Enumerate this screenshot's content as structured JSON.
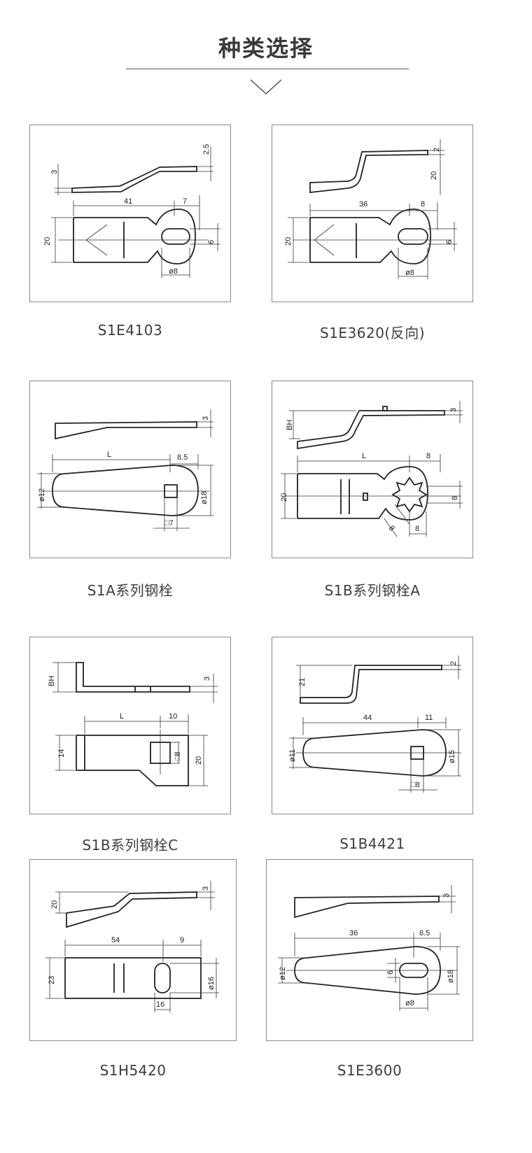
{
  "header": {
    "title": "种类选择"
  },
  "products": [
    {
      "name": "S1E4103",
      "dims": [
        "2.5",
        "3",
        "41",
        "7",
        "20",
        "6",
        "ø8"
      ]
    },
    {
      "name": "S1E3620(反向)",
      "dims": [
        "2",
        "20",
        "36",
        "8",
        "20",
        "6",
        "ø8"
      ]
    },
    {
      "name": "S1A系列钢栓",
      "dims": [
        "3",
        "L",
        "8.5",
        "ø12",
        "ø18",
        "□7"
      ]
    },
    {
      "name": "S1B系列钢栓A",
      "dims": [
        "3",
        "BH",
        "L",
        "8",
        "20",
        "8",
        "8",
        "8"
      ]
    },
    {
      "name": "S1B系列钢栓C",
      "dims": [
        "BH",
        "3",
        "L",
        "10",
        "14",
        "□8",
        "20"
      ]
    },
    {
      "name": "S1B4421",
      "dims": [
        "2",
        "21",
        "44",
        "11",
        "ø11",
        "ø15",
        "□8"
      ]
    },
    {
      "name": "S1H5420",
      "dims": [
        "20",
        "3",
        "54",
        "9",
        "23",
        "ø16",
        "16"
      ]
    },
    {
      "name": "S1E3600",
      "dims": [
        "3",
        "36",
        "8.5",
        "ø12",
        "6",
        "ø18",
        "ø8"
      ]
    }
  ]
}
